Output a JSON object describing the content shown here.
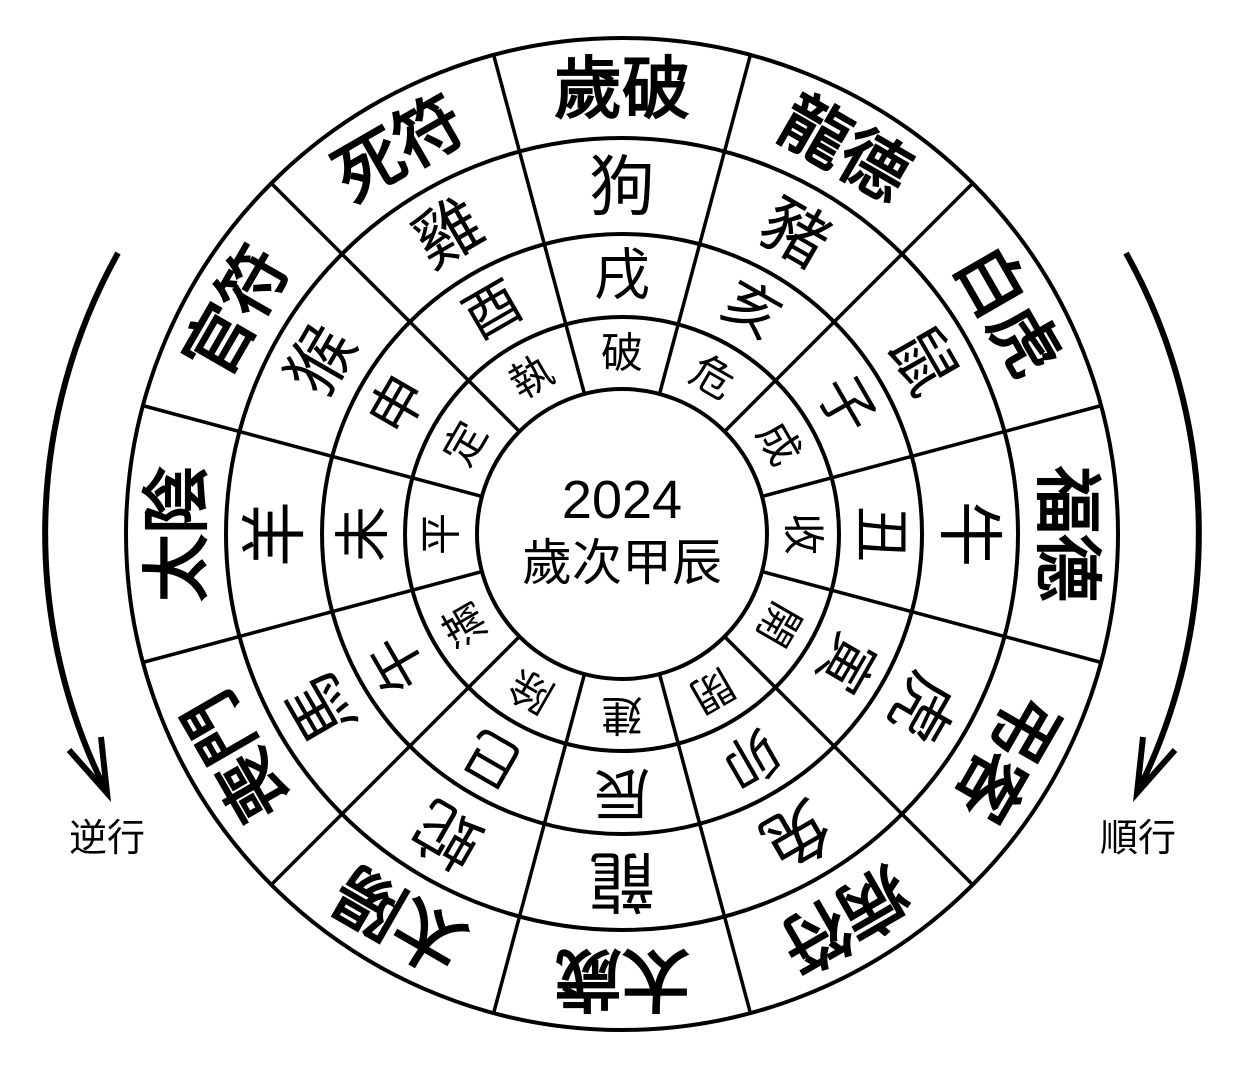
{
  "diagram": {
    "center": {
      "year": "2024",
      "ganzhi": "歲次甲辰"
    },
    "segments": [
      {
        "deity": "歲破",
        "animal": "狗",
        "branch": "戌",
        "officer": "破"
      },
      {
        "deity": "龍德",
        "animal": "豬",
        "branch": "亥",
        "officer": "危"
      },
      {
        "deity": "白虎",
        "animal": "鼠",
        "branch": "子",
        "officer": "成"
      },
      {
        "deity": "福德",
        "animal": "牛",
        "branch": "丑",
        "officer": "收"
      },
      {
        "deity": "弔客",
        "animal": "虎",
        "branch": "寅",
        "officer": "開"
      },
      {
        "deity": "病符",
        "animal": "兔",
        "branch": "卯",
        "officer": "閉"
      },
      {
        "deity": "太歲",
        "animal": "龍",
        "branch": "辰",
        "officer": "建"
      },
      {
        "deity": "太陽",
        "animal": "蛇",
        "branch": "巳",
        "officer": "除"
      },
      {
        "deity": "喪門",
        "animal": "馬",
        "branch": "午",
        "officer": "滿"
      },
      {
        "deity": "太陰",
        "animal": "羊",
        "branch": "未",
        "officer": "平"
      },
      {
        "deity": "官符",
        "animal": "猴",
        "branch": "申",
        "officer": "定"
      },
      {
        "deity": "死符",
        "animal": "雞",
        "branch": "酉",
        "officer": "執"
      }
    ],
    "directions": {
      "counterclockwise": {
        "label": "逆行",
        "icon": "curved-arrow-down-left"
      },
      "clockwise": {
        "label": "順行",
        "icon": "curved-arrow-down-right"
      }
    }
  },
  "colors": {
    "line": "#000000",
    "background": "#ffffff",
    "text": "#000000"
  }
}
